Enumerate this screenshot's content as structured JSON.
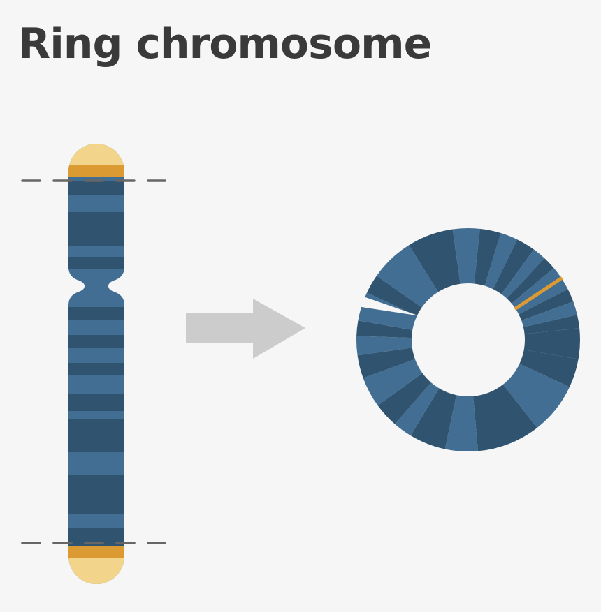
{
  "title": "Ring chromosome",
  "colors": {
    "background": "#f6f6f7",
    "band_light": "#426e94",
    "band_dark": "#30546f",
    "telomere": "#f2d58a",
    "telomere_band": "#dc9a33",
    "dash": "#666666",
    "arrow": "#cccccc",
    "title": "#3a3a3a"
  },
  "icons": [
    "linear-chromosome",
    "right-arrow",
    "ring-chromosome"
  ]
}
